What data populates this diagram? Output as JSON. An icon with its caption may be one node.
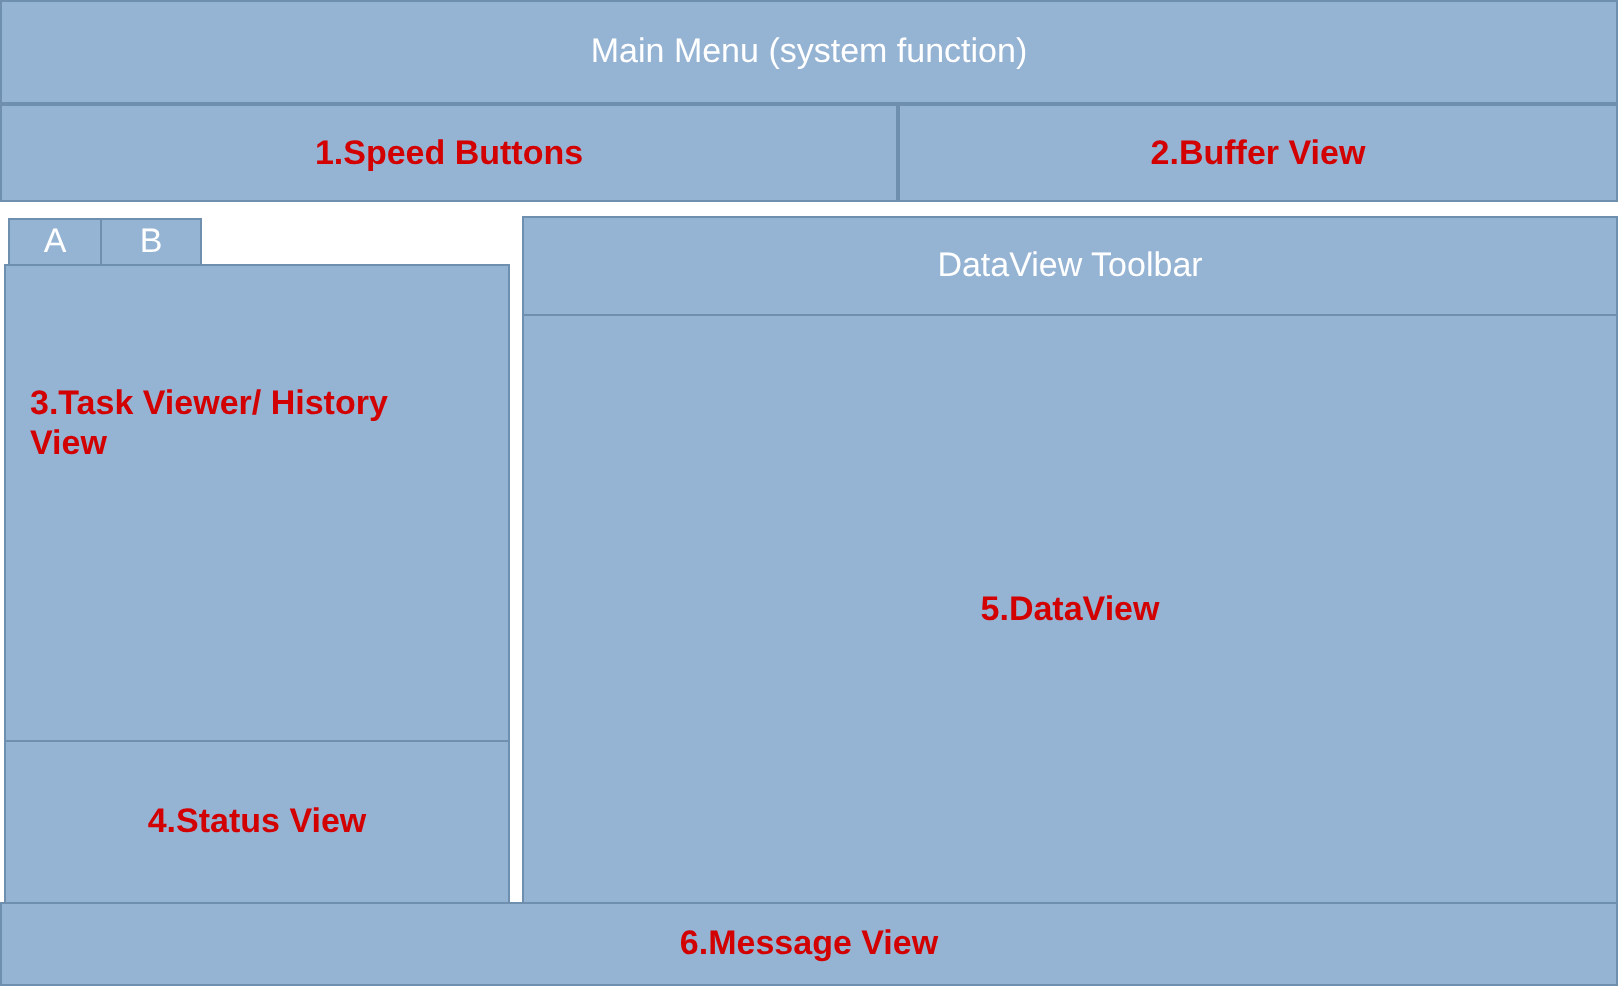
{
  "diagram": {
    "nodes": [
      {
        "text": [
          "Main Menu (system function)"
        ]
      },
      {
        "text": [
          "1.Speed Buttons"
        ]
      },
      {
        "text": [
          "2.Buffer View"
        ]
      },
      {
        "text": [
          "A"
        ]
      },
      {
        "text": [
          "B"
        ]
      },
      {
        "text": [
          "3.Task Viewer/ History View"
        ]
      },
      {
        "text": [
          "4.Status View"
        ]
      },
      {
        "text": [
          "DataView Toolbar"
        ]
      },
      {
        "text": [
          "5.DataView"
        ]
      },
      {
        "text": [
          "6.Message View"
        ]
      }
    ]
  }
}
